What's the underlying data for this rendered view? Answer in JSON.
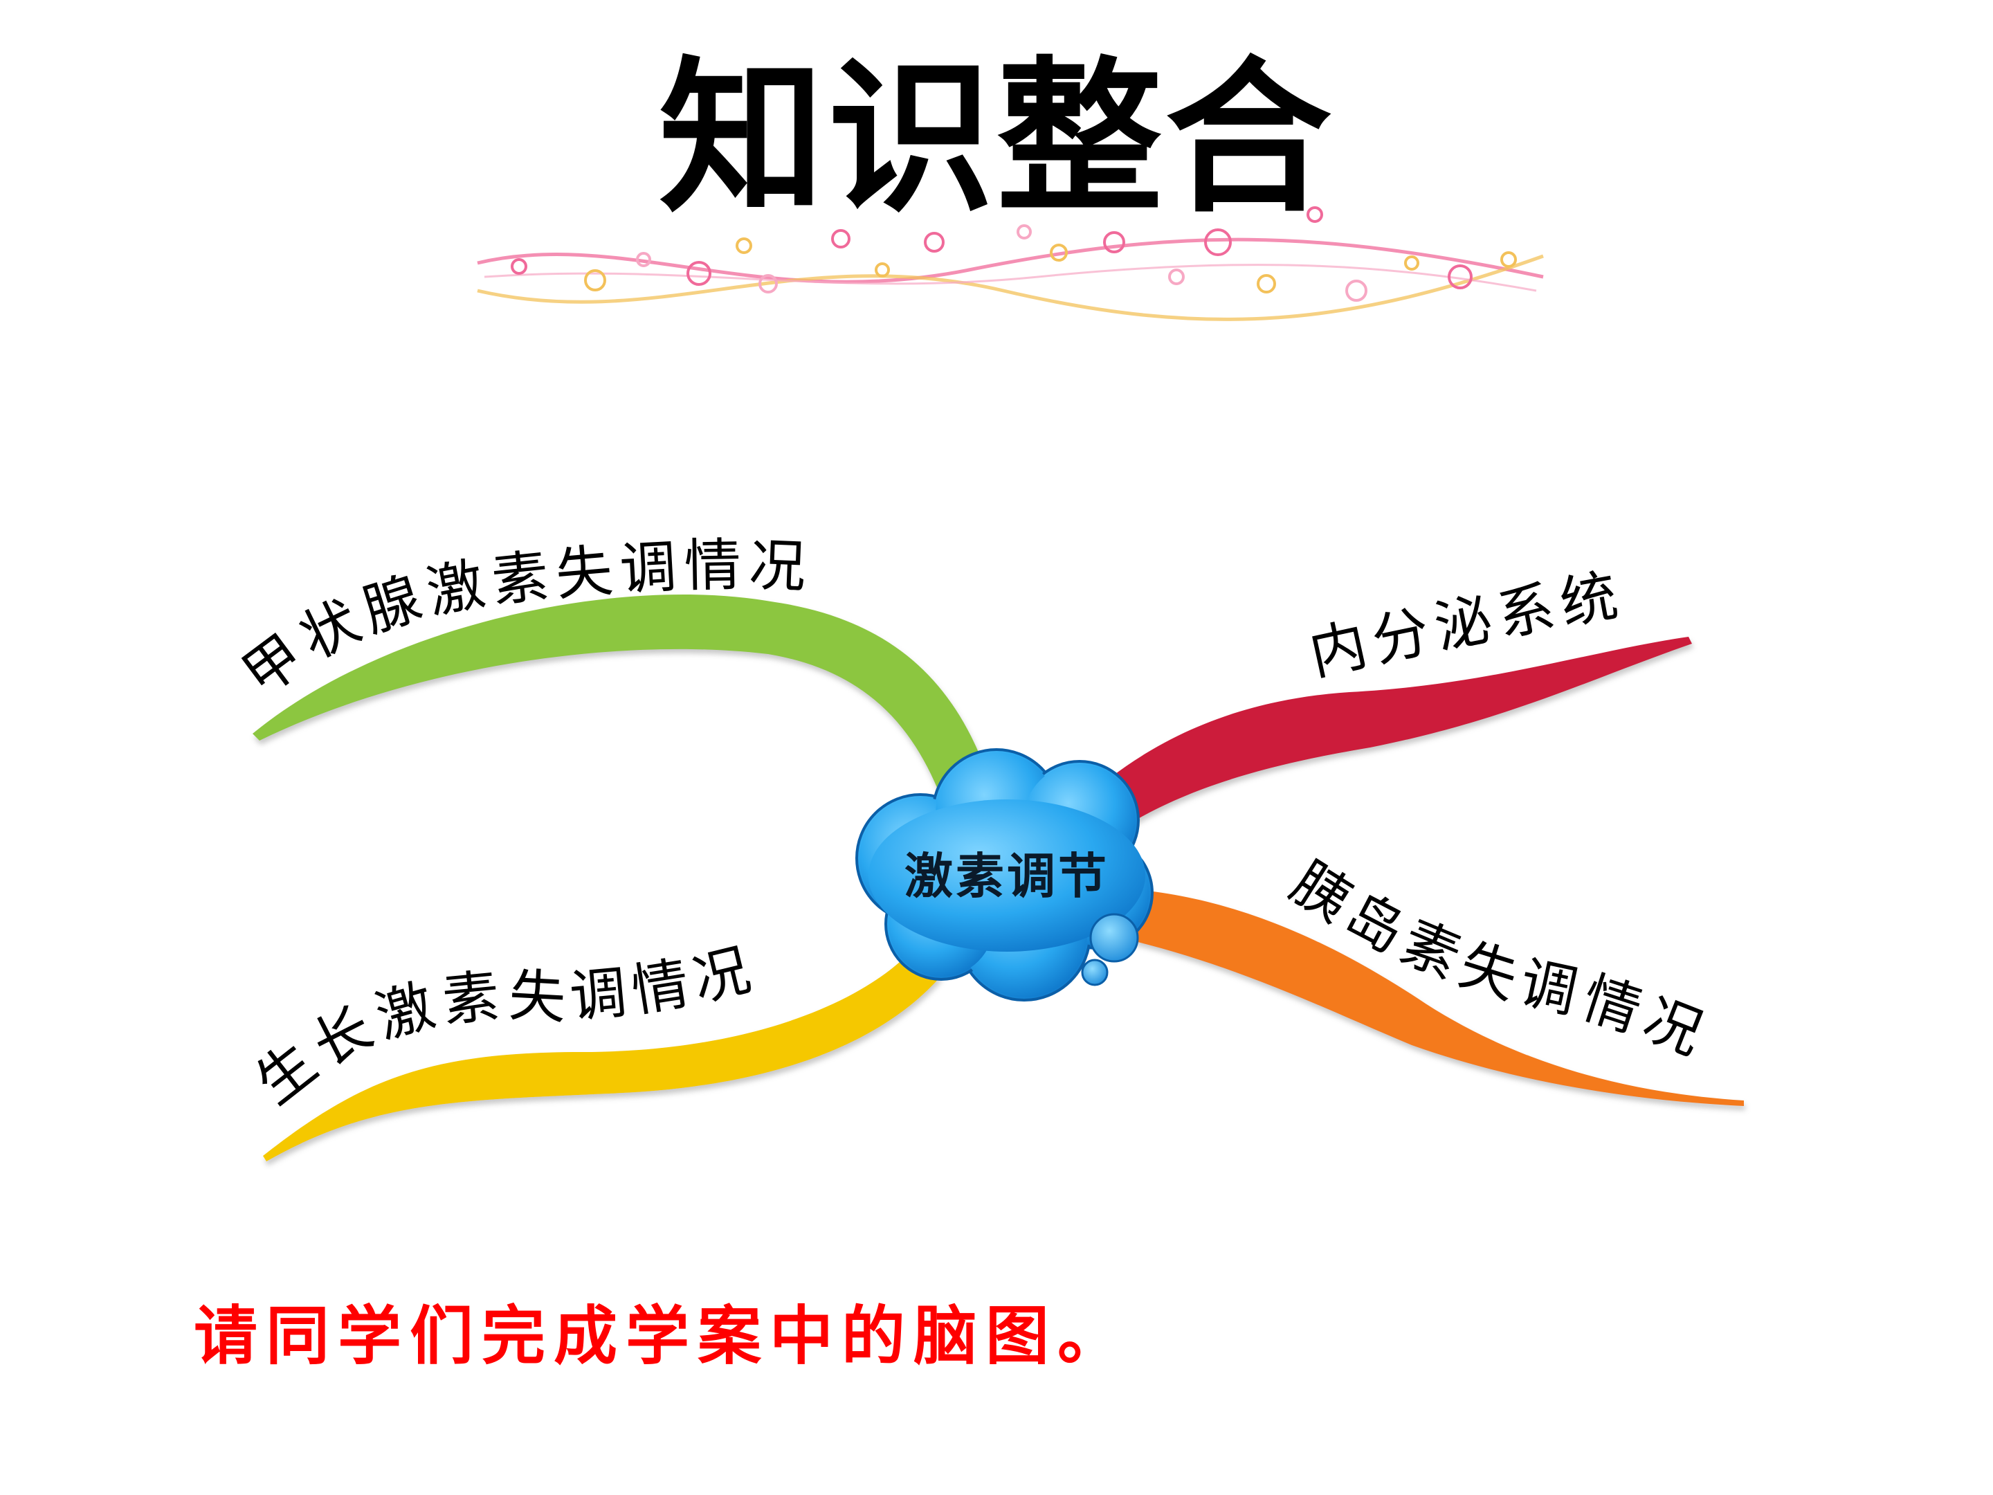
{
  "title": "知识整合",
  "mindmap": {
    "center": "激素调节",
    "branches": [
      {
        "id": "thyroid",
        "label": "甲状腺激素失调情况",
        "color": "#8cc63f"
      },
      {
        "id": "endocrine",
        "label": "内分泌系统",
        "color": "#cc1a3a"
      },
      {
        "id": "growth",
        "label": "生长激素失调情况",
        "color": "#f5c800"
      },
      {
        "id": "insulin",
        "label": "胰岛素失调情况",
        "color": "#f47a1f"
      }
    ],
    "cloud_color": "#2aa8f0"
  },
  "instruction": "请同学们完成学案中的脑图。",
  "colors": {
    "instruction": "#ff0000",
    "ribbon_pink": "#f06a9a",
    "ribbon_gold": "#f3c15a"
  }
}
